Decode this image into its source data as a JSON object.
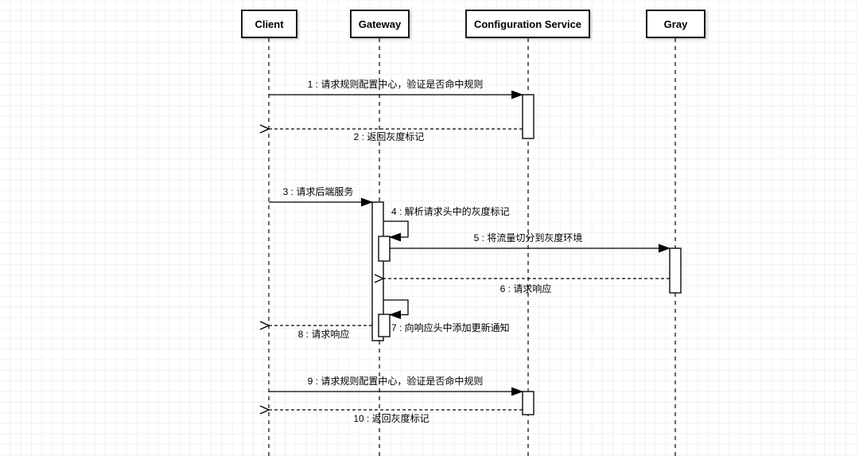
{
  "diagram": {
    "type": "uml-sequence-diagram",
    "colors": {
      "stroke": "#000000",
      "shape_fill": "#ffffff",
      "grid_line": "#f1f1f5",
      "text": "#000000"
    },
    "participants": [
      {
        "name": "Client"
      },
      {
        "name": "Gateway"
      },
      {
        "name": "Configuration Service"
      },
      {
        "name": "Gray"
      }
    ],
    "messages": [
      {
        "label": "1 : 请求规则配置中心，验证是否命中规则",
        "from": "Client",
        "to": "Configuration Service",
        "line": "solid",
        "arrow": "filled"
      },
      {
        "label": "2 : 返回灰度标记",
        "from": "Configuration Service",
        "to": "Client",
        "line": "dashed",
        "arrow": "open"
      },
      {
        "label": "3 : 请求后端服务",
        "from": "Client",
        "to": "Gateway",
        "line": "solid",
        "arrow": "filled"
      },
      {
        "label": "4 : 解析请求头中的灰度标记",
        "from": "Gateway",
        "to": "Gateway",
        "self": true,
        "line": "solid",
        "arrow": "filled"
      },
      {
        "label": "5 : 将流量切分到灰度环境",
        "from": "Gateway",
        "to": "Gray",
        "line": "solid",
        "arrow": "filled"
      },
      {
        "label": "6 : 请求响应",
        "from": "Gray",
        "to": "Gateway",
        "line": "dashed",
        "arrow": "open"
      },
      {
        "label": "7 : 向响应头中添加更新通知",
        "from": "Gateway",
        "to": "Gateway",
        "self": true,
        "line": "solid",
        "arrow": "filled"
      },
      {
        "label": "8 : 请求响应",
        "from": "Gateway",
        "to": "Client",
        "line": "dashed",
        "arrow": "open"
      },
      {
        "label": "9 : 请求规则配置中心，验证是否命中规则",
        "from": "Client",
        "to": "Configuration Service",
        "line": "solid",
        "arrow": "filled"
      },
      {
        "label": "10 : 返回灰度标记",
        "from": "Configuration Service",
        "to": "Client",
        "line": "dashed",
        "arrow": "open"
      }
    ]
  }
}
